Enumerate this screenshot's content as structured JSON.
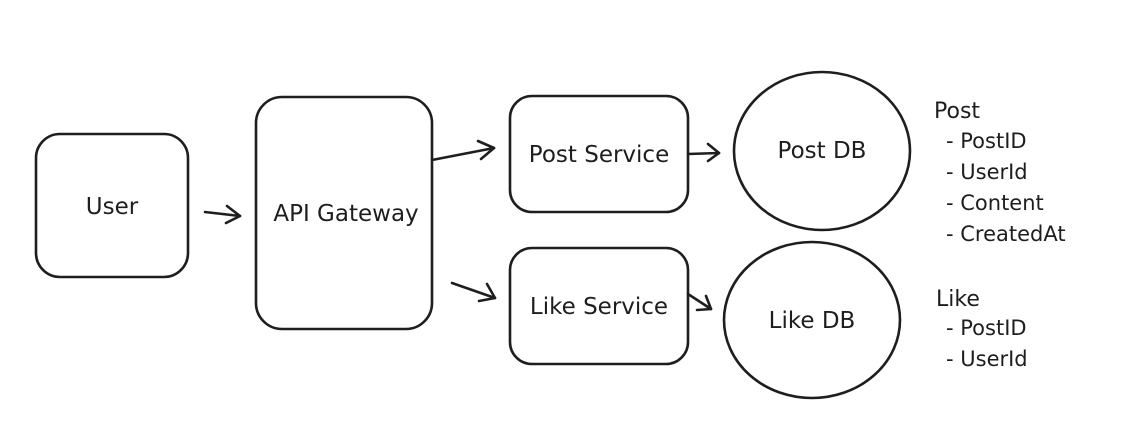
{
  "nodes": {
    "user": {
      "label": "User"
    },
    "api_gateway": {
      "label": "API Gateway"
    },
    "post_service": {
      "label": "Post Service"
    },
    "like_service": {
      "label": "Like Service"
    },
    "post_db": {
      "label": "Post DB"
    },
    "like_db": {
      "label": "Like DB"
    }
  },
  "schemas": {
    "post": {
      "title": "Post",
      "fields": [
        "- PostID",
        "- UserId",
        "- Content",
        "- CreatedAt"
      ]
    },
    "like": {
      "title": "Like",
      "fields": [
        "- PostID",
        "- UserId"
      ]
    }
  },
  "colors": {
    "stroke": "#1e1e1e",
    "background": "#ffffff"
  }
}
